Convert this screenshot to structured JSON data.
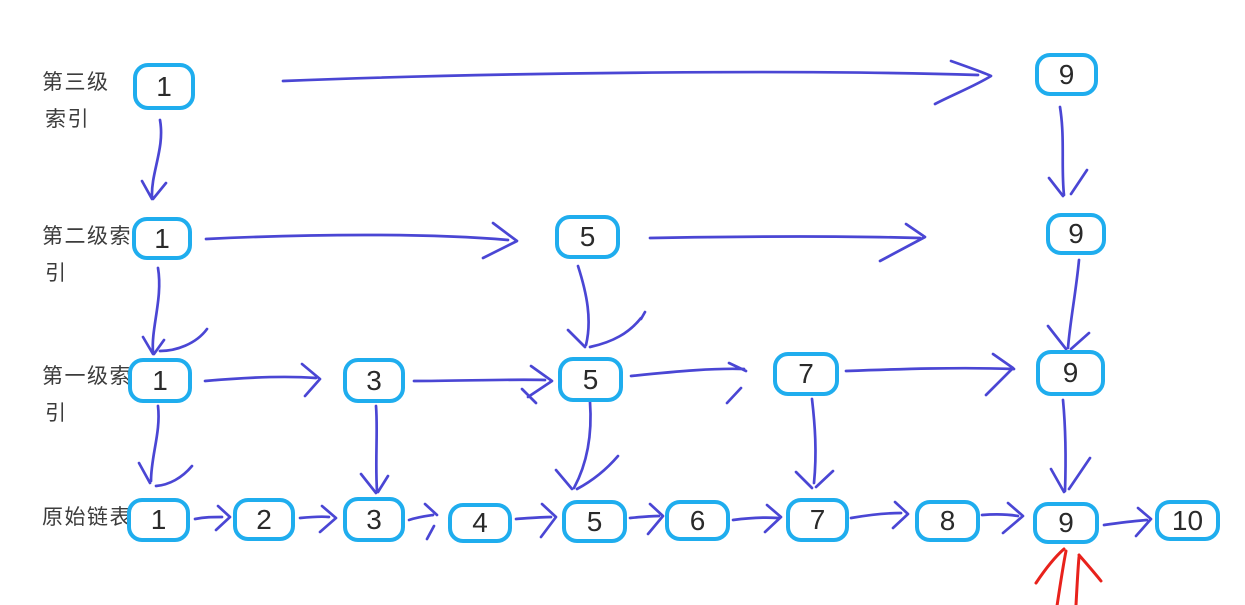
{
  "colors": {
    "background": "#ffffff",
    "node_border": "#1fadee",
    "node_fill": "#ffffff",
    "node_text": "#2a2a2a",
    "label_text": "#3c3c3c",
    "arrow_blue": "#4a46d4",
    "arrow_red": "#e8221c"
  },
  "diagram": {
    "type": "skip-list",
    "levels": [
      {
        "name": "third-level-index",
        "label_lines": [
          "第三级",
          "索引"
        ],
        "nodes": [
          "1",
          "9"
        ]
      },
      {
        "name": "second-level-index",
        "label_lines": [
          "第二级索",
          "引"
        ],
        "nodes": [
          "1",
          "5",
          "9"
        ]
      },
      {
        "name": "first-level-index",
        "label_lines": [
          "第一级索",
          "引"
        ],
        "nodes": [
          "1",
          "3",
          "5",
          "7",
          "9"
        ]
      },
      {
        "name": "original-linked-list",
        "label_lines": [
          "原始链表"
        ],
        "nodes": [
          "1",
          "2",
          "3",
          "4",
          "5",
          "6",
          "7",
          "8",
          "9",
          "10"
        ]
      }
    ]
  }
}
